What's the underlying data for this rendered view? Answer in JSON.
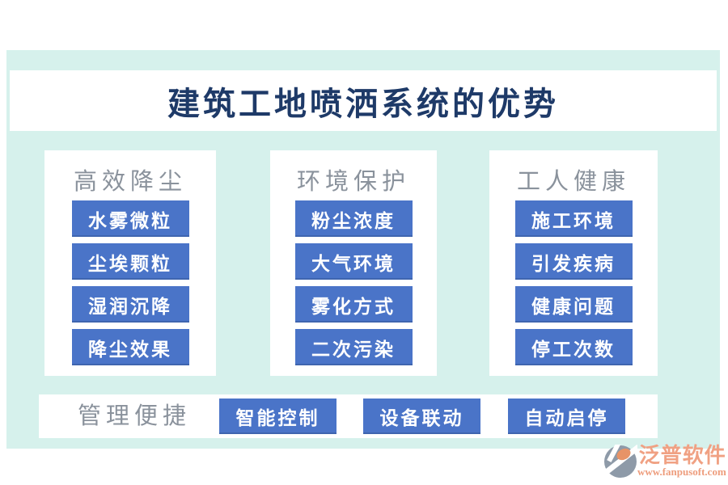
{
  "title": "建筑工地喷洒系统的优势",
  "colors": {
    "background_mint": "#d6f1ec",
    "panel_white": "#ffffff",
    "button_blue": "#4a74c8",
    "title_navy": "#1e3a68",
    "header_gray": "#8a929c",
    "logo_orange": "#f0a183",
    "logo_gray": "#8e9aa8"
  },
  "columns": [
    {
      "header": "高效降尘",
      "items": [
        "水雾微粒",
        "尘埃颗粒",
        "湿润沉降",
        "降尘效果"
      ]
    },
    {
      "header": "环境保护",
      "items": [
        "粉尘浓度",
        "大气环境",
        "雾化方式",
        "二次污染"
      ]
    },
    {
      "header": "工人健康",
      "items": [
        "施工环境",
        "引发疾病",
        "健康问题",
        "停工次数"
      ]
    }
  ],
  "bottom_bar": {
    "label": "管理便捷",
    "buttons": [
      "智能控制",
      "设备联动",
      "自动启停"
    ]
  },
  "footer": {
    "brand": "泛普软件",
    "url": "www.fanpusoft.com"
  }
}
